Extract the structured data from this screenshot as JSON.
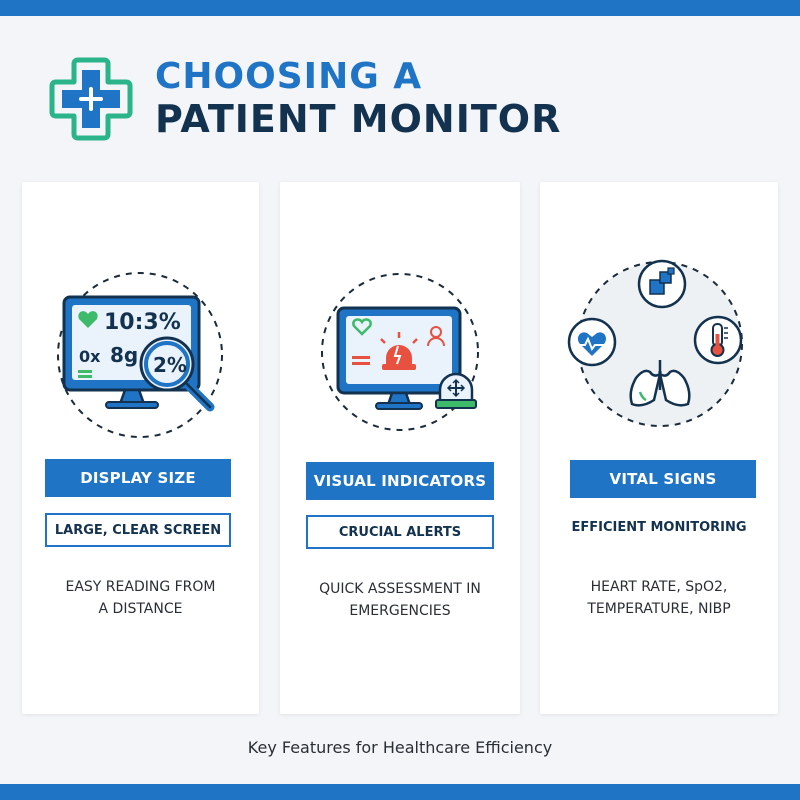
{
  "header": {
    "title_line1": "CHOOSING A",
    "title_line2": "PATIENT MONITOR"
  },
  "colors": {
    "accent": "#1f74c5",
    "navy": "#12324f",
    "logo_green": "#2bb48a",
    "alert_red": "#e8513f",
    "heart_green": "#3dbb6a"
  },
  "cards": [
    {
      "title": "DISPLAY SIZE",
      "subtitle": "LARGE, CLEAR SCREEN",
      "description_line1": "EASY READING FROM",
      "description_line2": "A DISTANCE",
      "monitor_text": {
        "line1": "10:3%",
        "line2a": "0x",
        "line2b": "8g",
        "magnified": "2%"
      },
      "icons": [
        "monitor-icon",
        "heart-icon",
        "magnifier-icon"
      ]
    },
    {
      "title": "VISUAL INDICATORS",
      "subtitle": "CRUCIAL ALERTS",
      "description_line1": "QUICK ASSESSMENT IN",
      "description_line2": "EMERGENCIES",
      "icons": [
        "monitor-icon",
        "heart-icon",
        "siren-icon",
        "person-icon",
        "alarm-device-icon"
      ]
    },
    {
      "title": "VITAL SIGNS",
      "subtitle": "EFFICIENT MONITORING",
      "description_line1": "HEART RATE, SpO2,",
      "description_line2": "TEMPERATURE, NIBP",
      "icons": [
        "heart-rate-icon",
        "oximeter-icon",
        "thermometer-icon",
        "lungs-icon"
      ]
    }
  ],
  "footer": {
    "caption": "Key Features for Healthcare Efficiency"
  }
}
